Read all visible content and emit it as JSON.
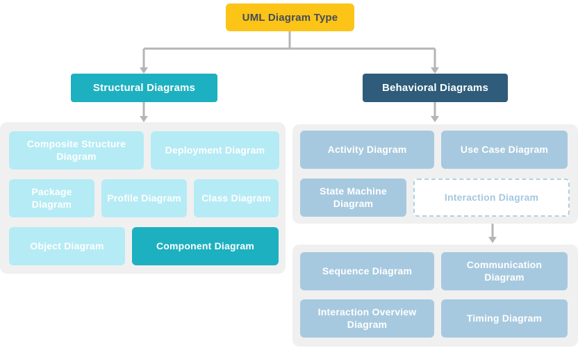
{
  "root": {
    "label": "UML Diagram Type"
  },
  "structural": {
    "header": "Structural Diagrams",
    "items": [
      {
        "label": "Composite Structure Diagram"
      },
      {
        "label": "Deployment Diagram"
      },
      {
        "label": "Package Diagram"
      },
      {
        "label": "Profile Diagram"
      },
      {
        "label": "Class Diagram"
      },
      {
        "label": "Object Diagram"
      },
      {
        "label": "Component Diagram",
        "highlighted": true
      }
    ]
  },
  "behavioral": {
    "header": "Behavioral Diagrams",
    "items": [
      {
        "label": "Activity Diagram"
      },
      {
        "label": "Use Case Diagram"
      },
      {
        "label": "State Machine Diagram"
      },
      {
        "label": "Interaction Diagram",
        "style": "dashed-outline"
      }
    ],
    "interaction_children": [
      {
        "label": "Sequence Diagram"
      },
      {
        "label": "Communication Diagram"
      },
      {
        "label": "Interaction Overview Diagram"
      },
      {
        "label": "Timing Diagram"
      }
    ]
  },
  "colors": {
    "root_bg": "#FBC417",
    "root_text": "#454C5C",
    "structural_header_bg": "#1DB0C0",
    "behavioral_header_bg": "#2E5C7A",
    "structural_item_bg": "#B5EBF5",
    "highlighted_item_bg": "#1DB0C0",
    "behavioral_item_bg": "#A7C9DF",
    "dashed_item_border": "#AFD0E3",
    "dashed_item_text": "#A5C7DE",
    "panel_bg": "#F0F0F1",
    "connector": "#B5B5B5",
    "node_text": "#FFFFFF"
  }
}
